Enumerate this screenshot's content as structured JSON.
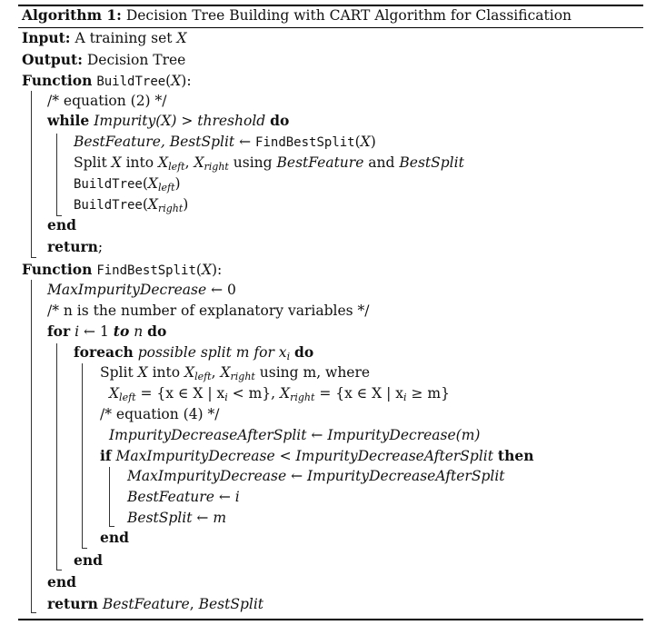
{
  "algo_label": "Algorithm 1:",
  "algo_title": "Decision Tree Building with CART Algorithm for Classification",
  "input_kw": "Input:",
  "input_text": "A training set ",
  "input_var": "X",
  "output_kw": "Output:",
  "output_text": "Decision Tree",
  "fn_kw": "Function",
  "fn1_name": "BuildTree",
  "fn1_arg": "X",
  "fn1_tail": "):",
  "c1": "/* equation (2) */",
  "while_kw": "while",
  "while_cond": "Impurity(X) > threshold",
  "do_kw": "do",
  "l_bf_bs": "BestFeature, BestSplit",
  "arrow": "←",
  "call_fbs": "FindBestSplit",
  "split_word": "Split ",
  "into": " into ",
  "x_left": "left",
  "x_right": "right",
  "using": " using ",
  "and_word": " and ",
  "best_feature": "BestFeature",
  "best_split": "BestSplit",
  "call_bt": "BuildTree",
  "end_kw": "end",
  "return_kw": "return",
  "semicolon": ";",
  "fn2_name": "FindBestSplit",
  "mid_var": "MaxImpurityDecrease",
  "zero": "0",
  "c2": "/* n is the number of explanatory variables */",
  "for_kw": "for",
  "for_var": "i",
  "one": "1",
  "to_kw": "to",
  "n_var": "n",
  "foreach_kw": "foreach",
  "foreach_cond": "possible split m for x",
  "foreach_sub": "i",
  "using_m_where": "using m, where",
  "set_def": "= {x ∈ X | x",
  "set_lt": " < m},",
  "set_def2": "= {x ∈ X | x",
  "set_ge": " ≥ m}",
  "c3": "/* equation (4) */",
  "idas_var": "ImpurityDecreaseAfterSplit",
  "impdec_call": "ImpurityDecrease(m)",
  "if_kw": "if",
  "lt": " < ",
  "then_kw": "then",
  "i_var": "i",
  "m_var": "m",
  "sep": ",  "
}
